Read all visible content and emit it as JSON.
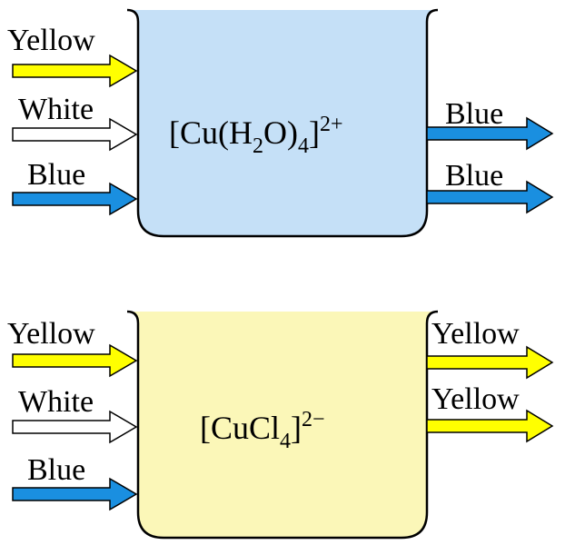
{
  "colors": {
    "yellow": "#ffff00",
    "white": "#ffffff",
    "blue": "#1a8fe0",
    "top_solution": "#c5e0f7",
    "bottom_solution": "#fbf7b8",
    "outline": "#000000"
  },
  "top_panel": {
    "formula": {
      "open": "[Cu(H",
      "sub1": "2",
      "mid": "O)",
      "sub2": "4",
      "close": "]",
      "charge": "2+"
    },
    "inputs": [
      {
        "label": "Yellow",
        "color": "yellow"
      },
      {
        "label": "White",
        "color": "white"
      },
      {
        "label": "Blue",
        "color": "blue"
      }
    ],
    "outputs": [
      {
        "label": "Blue",
        "color": "blue"
      },
      {
        "label": "Blue",
        "color": "blue"
      }
    ]
  },
  "bottom_panel": {
    "formula": {
      "open": "[CuCl",
      "sub1": "4",
      "close": "]",
      "charge": "2−"
    },
    "inputs": [
      {
        "label": "Yellow",
        "color": "yellow"
      },
      {
        "label": "White",
        "color": "white"
      },
      {
        "label": "Blue",
        "color": "blue"
      }
    ],
    "outputs": [
      {
        "label": "Yellow",
        "color": "yellow"
      },
      {
        "label": "Yellow",
        "color": "yellow"
      }
    ]
  }
}
